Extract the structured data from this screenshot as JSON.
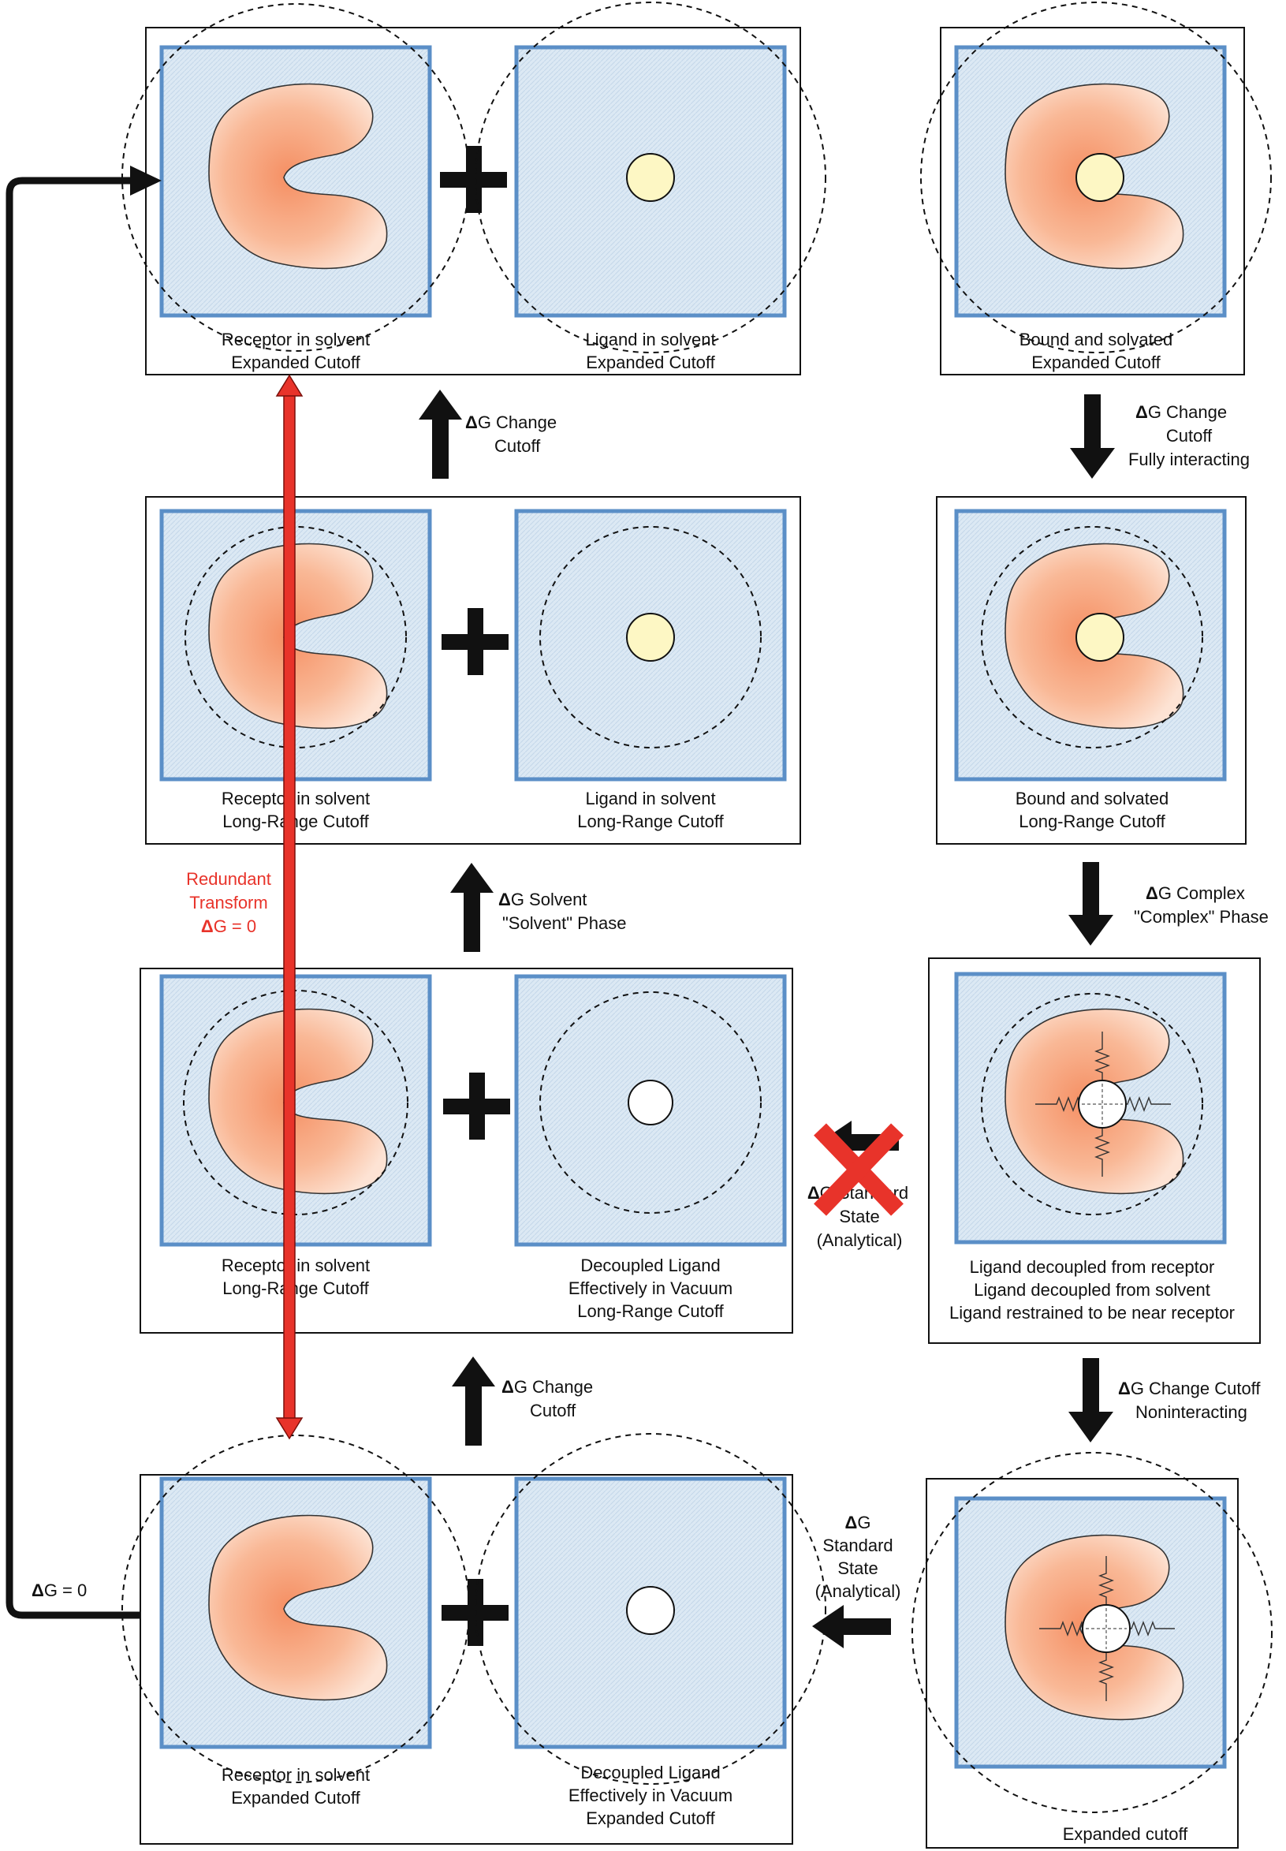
{
  "left": {
    "top": {
      "receiver": [
        "Receptor in solvent",
        "Expanded Cutoff"
      ],
      "ligand": [
        "Ligand in solvent",
        "Expanded Cutoff"
      ]
    },
    "mid1": {
      "receiver": [
        "Receptor in solvent",
        "Long-Range Cutoff"
      ],
      "ligand": [
        "Ligand in solvent",
        "Long-Range Cutoff"
      ]
    },
    "mid2": {
      "receiver": [
        "Receptor in solvent",
        "Long-Range Cutoff"
      ],
      "ligand": [
        "Decoupled Ligand",
        "Effectively in Vacuum",
        "Long-Range Cutoff"
      ]
    },
    "bottom": {
      "receiver": [
        "Receptor in solvent",
        "Expanded Cutoff"
      ],
      "ligand": [
        "Decoupled Ligand",
        "Effectively in Vacuum",
        "Expanded Cutoff"
      ]
    }
  },
  "right": {
    "s1": [
      "Bound and solvated",
      "Expanded Cutoff"
    ],
    "s2": [
      "Bound and solvated",
      "Long-Range Cutoff"
    ],
    "s3": [
      "Ligand decoupled from receptor",
      "Ligand decoupled from solvent",
      "Ligand restrained to be near receptor"
    ],
    "s4": [
      "Expanded cutoff"
    ]
  },
  "arrows": {
    "right1": [
      "ΔG Change",
      "Cutoff",
      "Fully interacting"
    ],
    "right2": [
      "ΔG Complex",
      "\"Complex\" Phase"
    ],
    "right3": [
      "ΔG Change Cutoff",
      "Noninteracting"
    ],
    "std": [
      "ΔG",
      "Standard",
      "State",
      "(Analytical)"
    ],
    "std_crossed": [
      "ΔG Standard",
      "State",
      "(Analytical)"
    ],
    "left1": [
      "ΔG Change",
      "Cutoff"
    ],
    "left2": [
      "ΔG Solvent",
      "\"Solvent\" Phase"
    ],
    "left3": [
      "ΔG Change",
      "Cutoff"
    ],
    "loop": "ΔG = 0",
    "redundant": [
      "Redundant",
      "Transform",
      "ΔG = 0"
    ]
  },
  "colors": {
    "box_fill": "#dce9f4",
    "box_stroke": "#5b8fc7",
    "ligand_fill": "#fdf7c4",
    "redundant_arrow": "#e8332a",
    "cross": "#e8332a"
  }
}
